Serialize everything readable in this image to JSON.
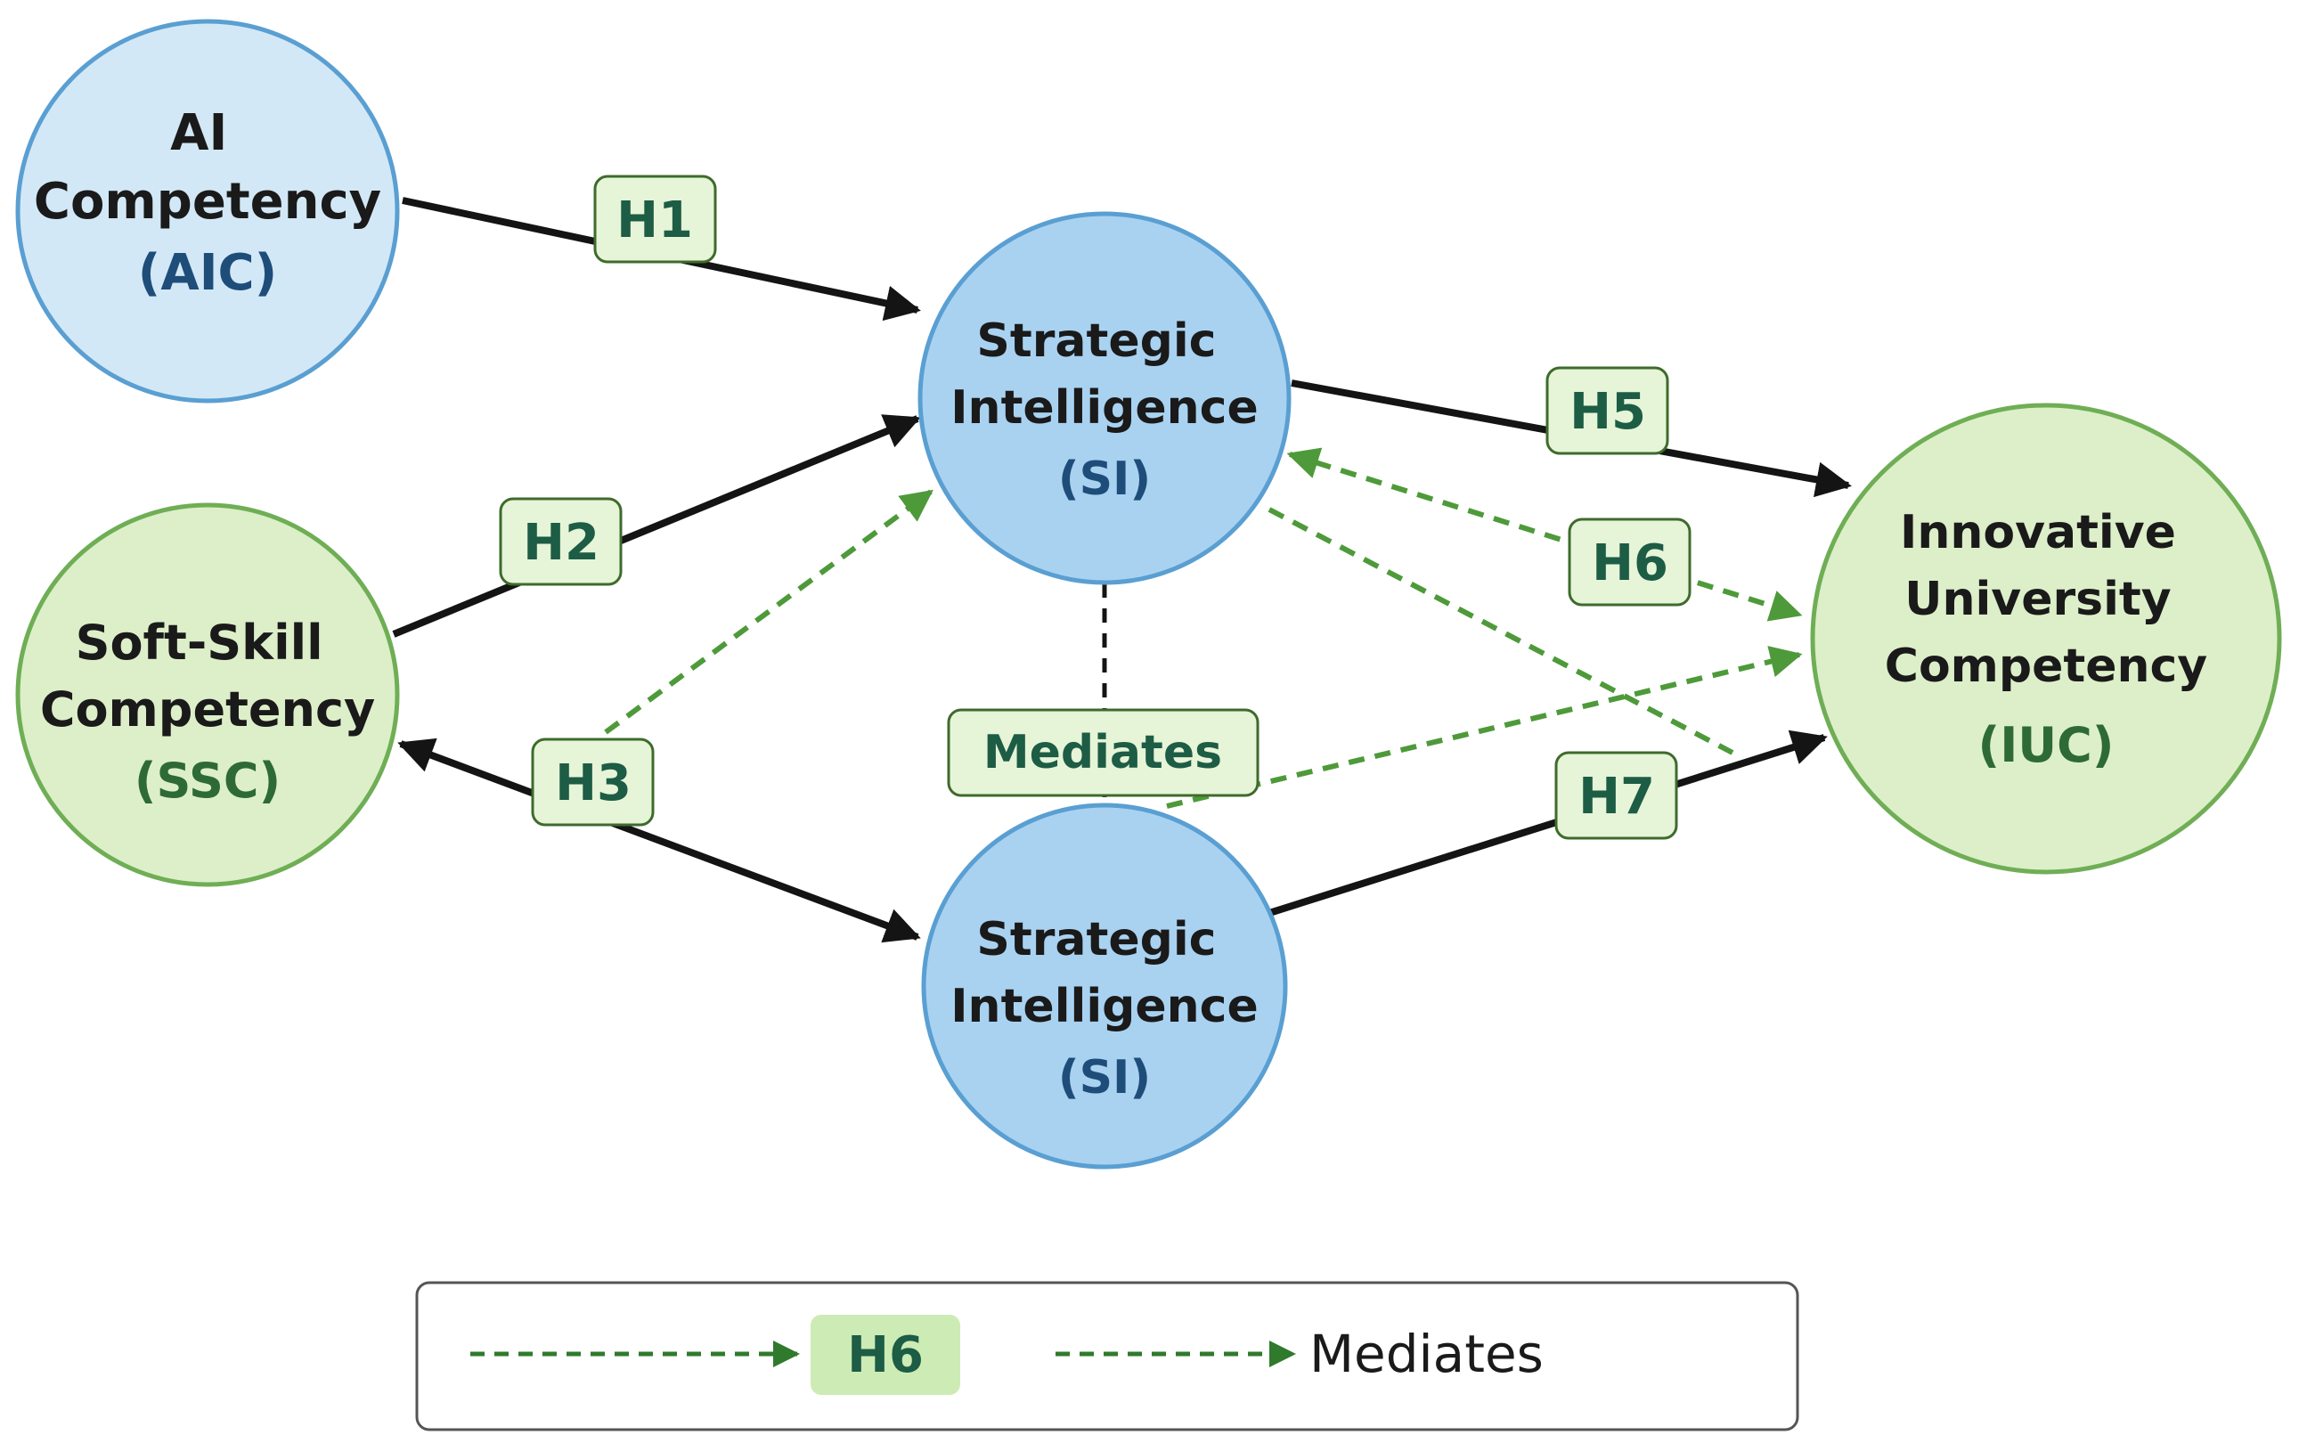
{
  "colors": {
    "blue_fill": "#d3e8f6",
    "blue_stroke": "#5a9fd2",
    "blue_mid_fill": "#a9d2f1",
    "green_fill": "#dcefc9",
    "green_stroke": "#6fae55",
    "label_fill": "#e6f4d8",
    "label_stroke": "#3e6b2c",
    "arrow_black": "#141414",
    "arrow_green": "#4e9a3a",
    "legend_green": "#2f7a2c",
    "legend_h6_fill": "#cdebb5",
    "navy_text": "#1f4d7a",
    "green_text": "#2e6a35"
  },
  "nodes": {
    "aic": {
      "lines": [
        "AI",
        "Competency"
      ],
      "abbr": "(AIC)"
    },
    "ssc": {
      "lines": [
        "Soft-Skill",
        "Competency"
      ],
      "abbr": "(SSC)"
    },
    "si_top": {
      "lines": [
        "Strategic",
        "Intelligence"
      ],
      "abbr": "(SI)"
    },
    "si_bottom": {
      "lines": [
        "Strategic",
        "Intelligence"
      ],
      "abbr": "(SI)"
    },
    "iuc": {
      "lines": [
        "Innovative",
        "University",
        "Competency"
      ],
      "abbr": "(IUC)"
    }
  },
  "hypotheses": {
    "h1": "H1",
    "h2": "H2",
    "h3": "H3",
    "h5": "H5",
    "h6": "H6",
    "h7": "H7",
    "mediates": "Mediates"
  },
  "legend": {
    "item1_label": "H6",
    "item2_label": "Mediates"
  }
}
